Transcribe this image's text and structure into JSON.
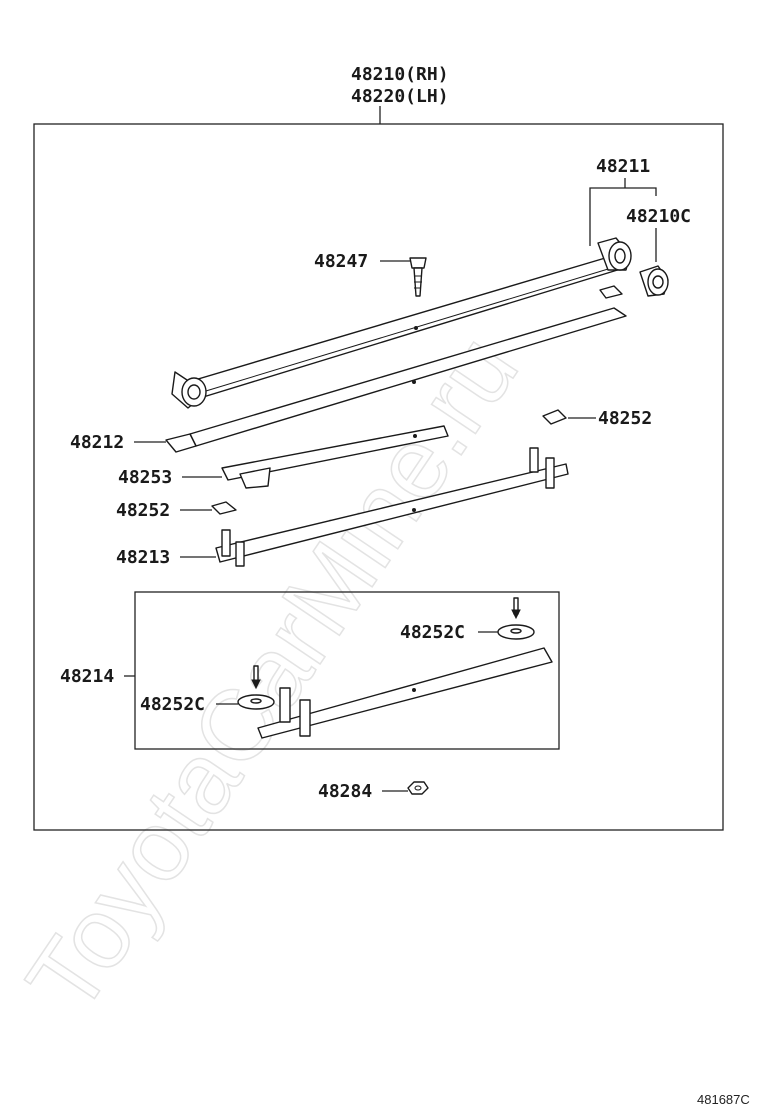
{
  "watermark": "ToyotaCarMine.ru",
  "figure_id": "481687C",
  "labels": {
    "assembly_rh": "48210(RH)",
    "assembly_lh": "48220(LH)",
    "leaf_no1": "48211",
    "bushing": "48210C",
    "center_bolt": "48247",
    "insulator_right": "48252",
    "leaf_no2": "48212",
    "leaf_no3": "48253",
    "insulator_left": "48252",
    "leaf_no4": "48213",
    "helper_leaf": "48214",
    "rivet_right": "48252C",
    "rivet_left": "48252C",
    "nut": "48284"
  }
}
